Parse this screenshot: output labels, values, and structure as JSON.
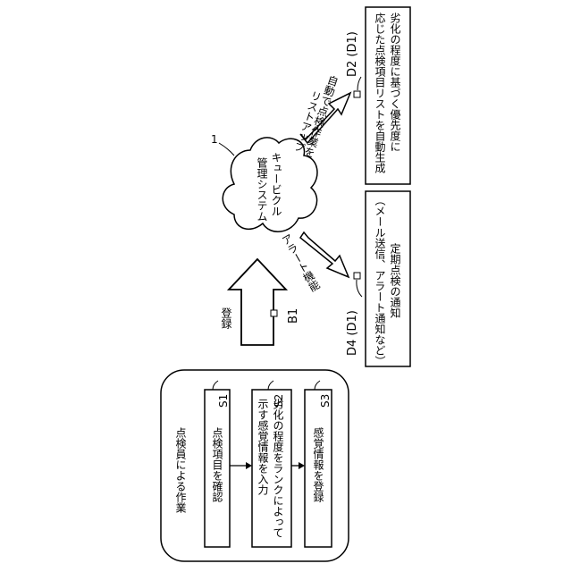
{
  "cloud": {
    "ref": "1",
    "line1": "キュービクル",
    "line2": "管理システム"
  },
  "register": {
    "label": "登録",
    "ref": "B1"
  },
  "alert": {
    "label": "アラート機能",
    "ref": "D4 (D1)"
  },
  "listup": {
    "line1": "自動で点検作業を",
    "line2": "リストアップ",
    "ref": "D2 (D1)"
  },
  "box_top": {
    "line1": "劣化の程度に基づく優先度に",
    "line2": "応じた点検項目リストを自動生成"
  },
  "box_mid": {
    "line1": "定期点検の通知",
    "line2": "（メール送信、アラート通知など）"
  },
  "inspector_panel": {
    "title": "点検員による作業",
    "steps": [
      {
        "ref": "S1",
        "text": "点検項目を確認"
      },
      {
        "ref": "S2",
        "line1": "劣化の程度をランクによって",
        "line2": "示す感覚情報を入力"
      },
      {
        "ref": "S3",
        "text": "感覚情報を登録"
      }
    ]
  }
}
